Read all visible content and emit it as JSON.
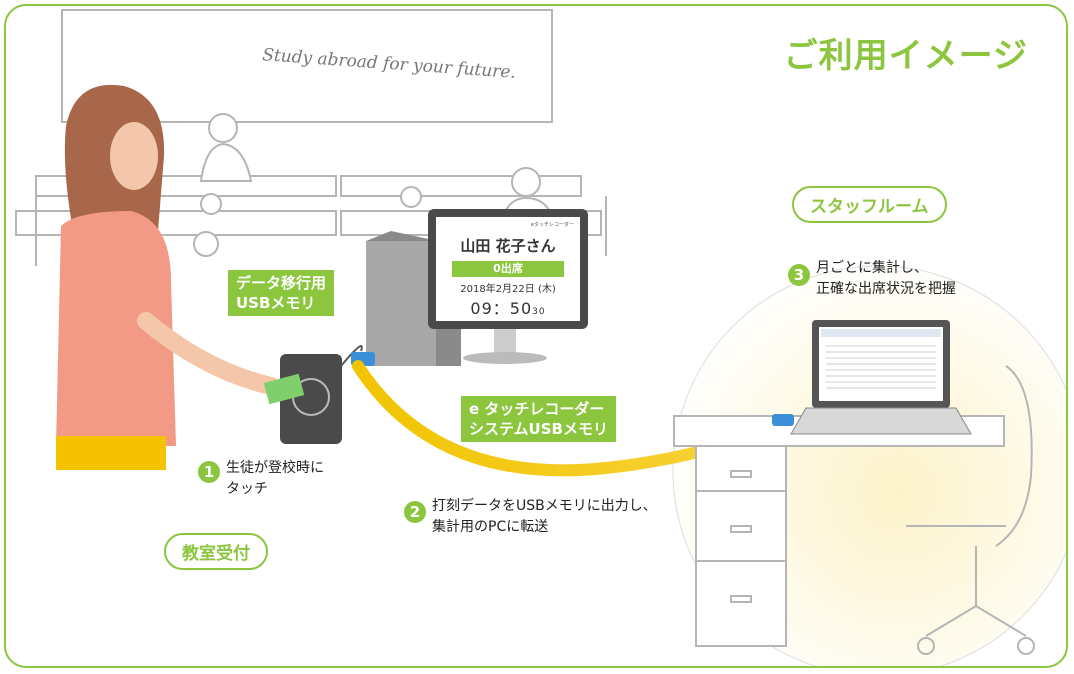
{
  "title": "ご利用イメージ",
  "board_text": "Study abroad for your future.",
  "zones": {
    "classroom": "教室受付",
    "staff_room": "スタッフルーム"
  },
  "labels": {
    "data_usb": "データ移行用\nUSBメモリ",
    "system_usb": "e タッチレコーダー\nシステムUSBメモリ"
  },
  "monitor": {
    "brand": "eタッチレコーダー",
    "name": "山田 花子さん",
    "status": "0出席",
    "date": "2018年2月22日 (木)",
    "time": "09：50",
    "seconds": "30"
  },
  "steps": [
    {
      "num": "1",
      "text": "生徒が登校時に\nタッチ"
    },
    {
      "num": "2",
      "text": "打刻データをUSBメモリに出力し、\n集計用のPCに転送"
    },
    {
      "num": "3",
      "text": "月ごとに集計し、\n正確な出席状況を把握"
    }
  ],
  "colors": {
    "accent": "#8cc63f",
    "arrow": "#f2c400",
    "usb": "#3a8fd6"
  }
}
